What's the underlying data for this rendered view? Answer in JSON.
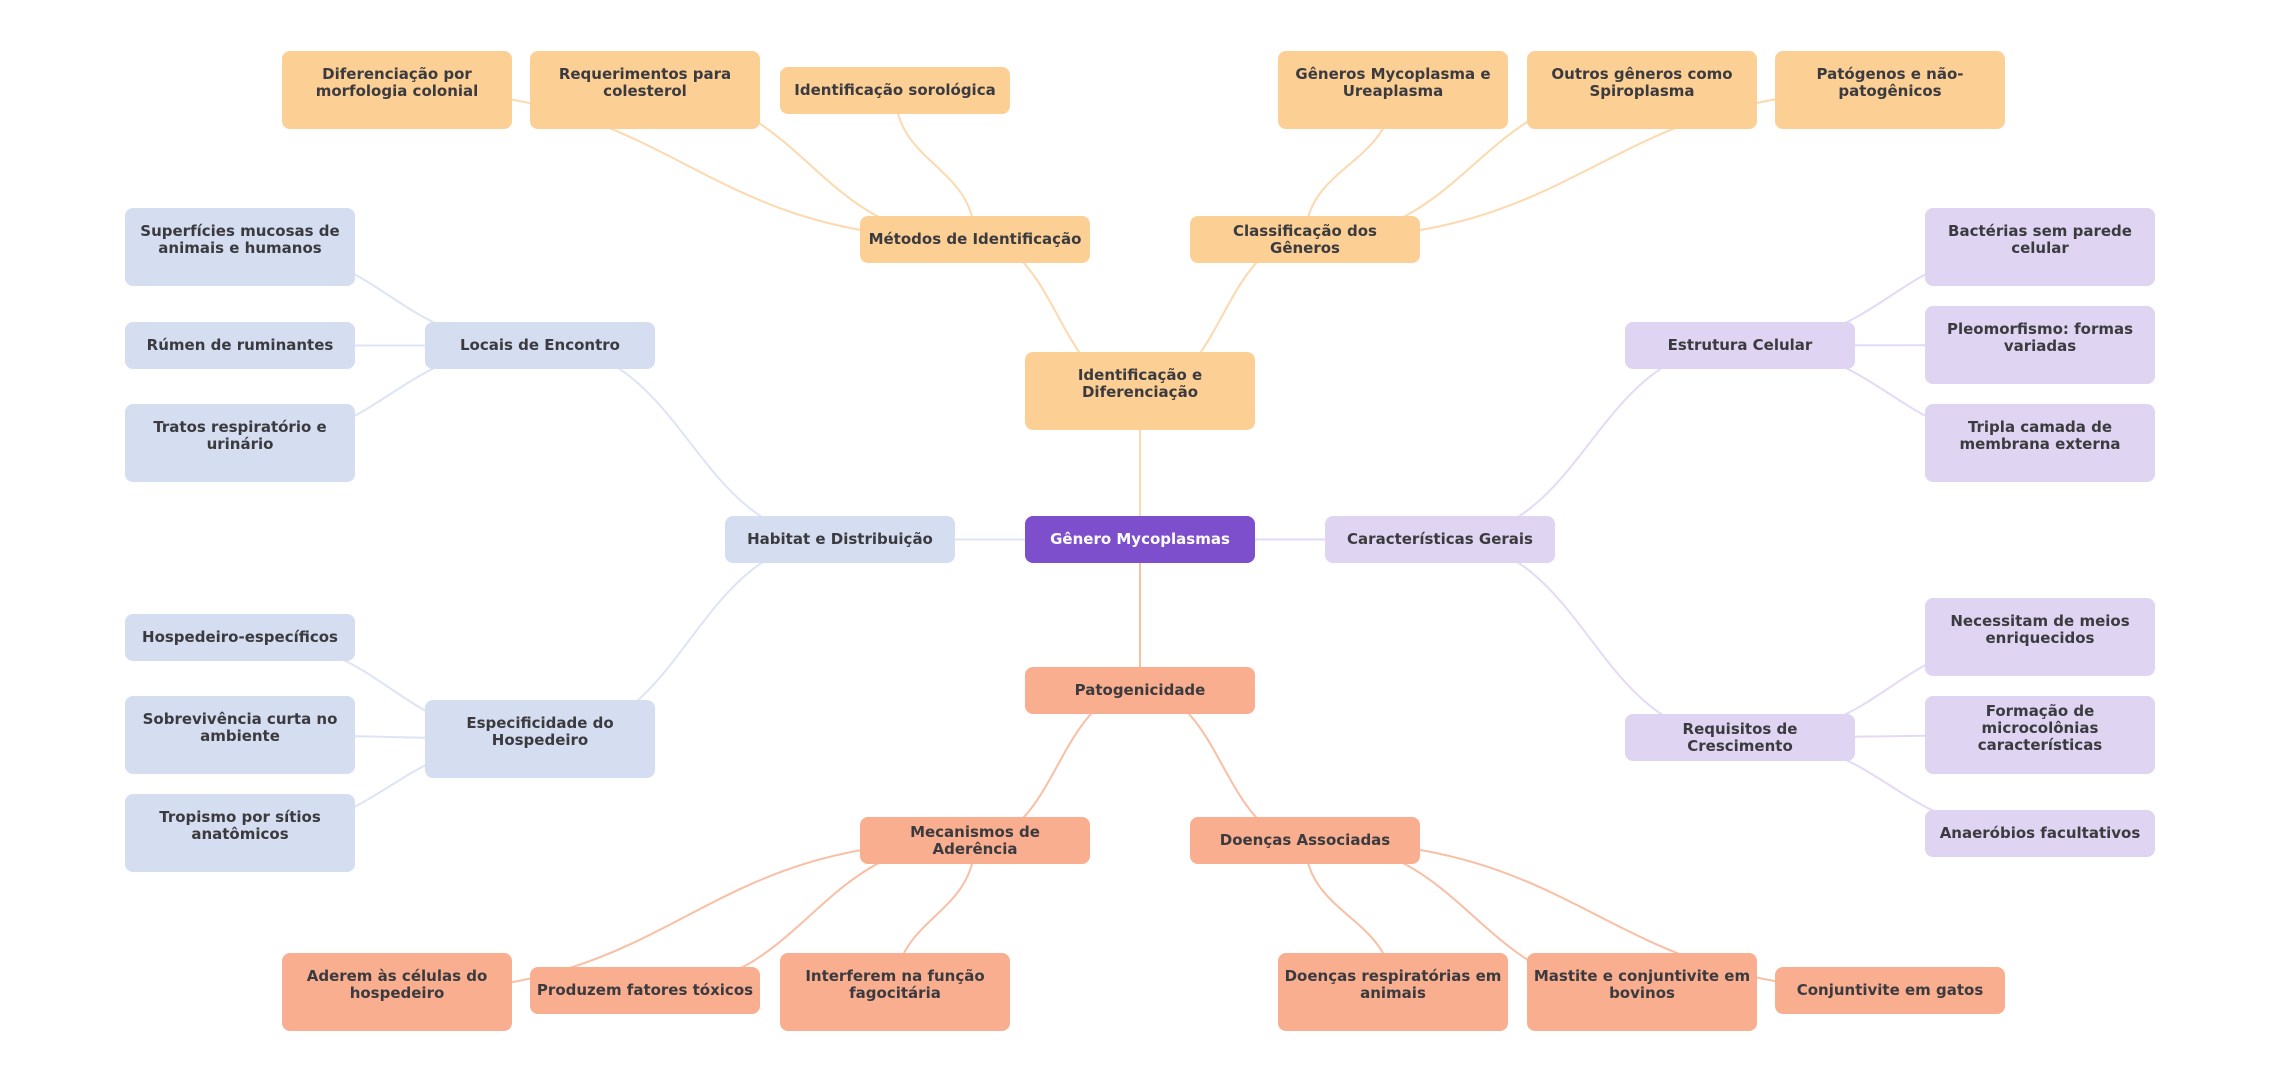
{
  "mindmap": {
    "root": {
      "label": "Gênero Mycoplasmas"
    },
    "colors": {
      "root": "#7e4fcc",
      "identificacao": "#fccf95",
      "patogenicidade": "#f9ae8f",
      "habitat": "#d5ddf1",
      "caracteristicas": "#dfd4f1",
      "text": "#3b3b3f"
    },
    "branches": {
      "identificacao": {
        "label": "Identificação e Diferenciação",
        "children": [
          {
            "label": "Métodos de Identificação",
            "children": [
              "Diferenciação por morfologia colonial",
              "Requerimentos para colesterol",
              "Identificação sorológica"
            ]
          },
          {
            "label": "Classificação dos Gêneros",
            "children": [
              "Gêneros Mycoplasma e Ureaplasma",
              "Outros gêneros como Spiroplasma",
              "Patógenos e não-patogênicos"
            ]
          }
        ]
      },
      "habitat": {
        "label": "Habitat e Distribuição",
        "children": [
          {
            "label": "Locais de Encontro",
            "children": [
              "Superfícies mucosas de animais e humanos",
              "Rúmen de ruminantes",
              "Tratos respiratório e urinário"
            ]
          },
          {
            "label": "Especificidade do Hospedeiro",
            "children": [
              "Hospedeiro-específicos",
              "Sobrevivência curta no ambiente",
              "Tropismo por sítios anatômicos"
            ]
          }
        ]
      },
      "caracteristicas": {
        "label": "Características Gerais",
        "children": [
          {
            "label": "Estrutura Celular",
            "children": [
              "Bactérias sem parede celular",
              "Pleomorfismo: formas variadas",
              "Tripla camada de membrana externa"
            ]
          },
          {
            "label": "Requisitos de Crescimento",
            "children": [
              "Necessitam de meios enriquecidos",
              "Formação de microcolônias características",
              "Anaeróbios facultativos"
            ]
          }
        ]
      },
      "patogenicidade": {
        "label": "Patogenicidade",
        "children": [
          {
            "label": "Mecanismos de Aderência",
            "children": [
              "Aderem às células do hospedeiro",
              "Produzem fatores tóxicos",
              "Interferem na função fagocitária"
            ]
          },
          {
            "label": "Doenças Associadas",
            "children": [
              "Doenças respiratórias em animais",
              "Mastite e conjuntivite em bovinos",
              "Conjuntivite em gatos"
            ]
          }
        ]
      }
    }
  }
}
